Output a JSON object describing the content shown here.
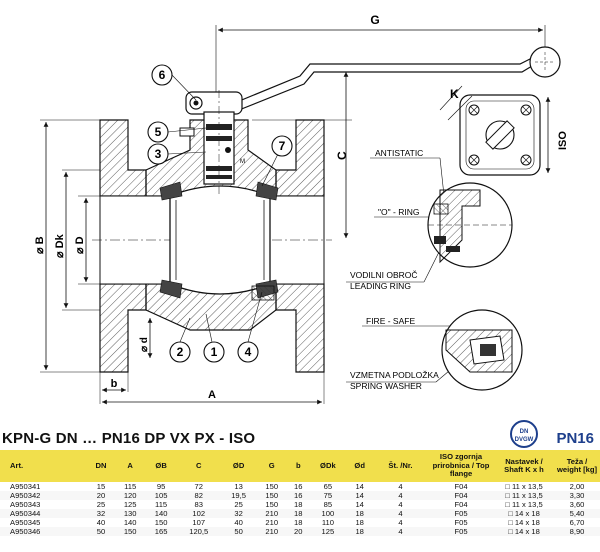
{
  "labels": {
    "G": "G",
    "K": "K",
    "ISO": "ISO",
    "C": "C",
    "M": "M",
    "phiB": "⌀ B",
    "phiDk": "⌀ Dk",
    "phiD": "⌀ D",
    "phid": "⌀ d",
    "b": "b",
    "A": "A",
    "n1": "1",
    "n2": "2",
    "n3": "3",
    "n4": "4",
    "n5": "5",
    "n6": "6",
    "n7": "7",
    "antistatic": "ANTISTATIC",
    "oring": "\"O\" - RING",
    "vodilni": "VODILNI OBROČ",
    "leading": "LEADING RING",
    "fire": "FIRE - SAFE",
    "vzmetna": "VZMETNA PODLOŽKA",
    "spring": "SPRING WASHER"
  },
  "heading": {
    "title": "KPN-G DN … PN16 DP VX PX - ISO",
    "pn": "PN16",
    "badge_top": "DN",
    "badge_bottom": "DVGW"
  },
  "table": {
    "headers": [
      "Art.",
      "DN",
      "A",
      "ØB",
      "C",
      "ØD",
      "G",
      "b",
      "ØDk",
      "Ød",
      "Št. /Nr.",
      "ISO zgornja prirobnica / Top flange",
      "Nastavek / Shaft K x h",
      "Teža / weight [kg]"
    ],
    "rows": [
      [
        "A950341",
        "15",
        "115",
        "95",
        "72",
        "13",
        "150",
        "16",
        "65",
        "14",
        "4",
        "F04",
        "□ 11 x 13,5",
        "2,00"
      ],
      [
        "A950342",
        "20",
        "120",
        "105",
        "82",
        "19,5",
        "150",
        "16",
        "75",
        "14",
        "4",
        "F04",
        "□ 11 x 13,5",
        "3,30"
      ],
      [
        "A950343",
        "25",
        "125",
        "115",
        "83",
        "25",
        "150",
        "18",
        "85",
        "14",
        "4",
        "F04",
        "□ 11 x 13,5",
        "3,60"
      ],
      [
        "A950344",
        "32",
        "130",
        "140",
        "102",
        "32",
        "210",
        "18",
        "100",
        "18",
        "4",
        "F05",
        "□ 14 x 18",
        "5,40"
      ],
      [
        "A950345",
        "40",
        "140",
        "150",
        "107",
        "40",
        "210",
        "18",
        "110",
        "18",
        "4",
        "F05",
        "□ 14 x 18",
        "6,70"
      ],
      [
        "A950346",
        "50",
        "150",
        "165",
        "120,5",
        "50",
        "210",
        "20",
        "125",
        "18",
        "4",
        "F05",
        "□ 14 x 18",
        "8,90"
      ]
    ]
  }
}
